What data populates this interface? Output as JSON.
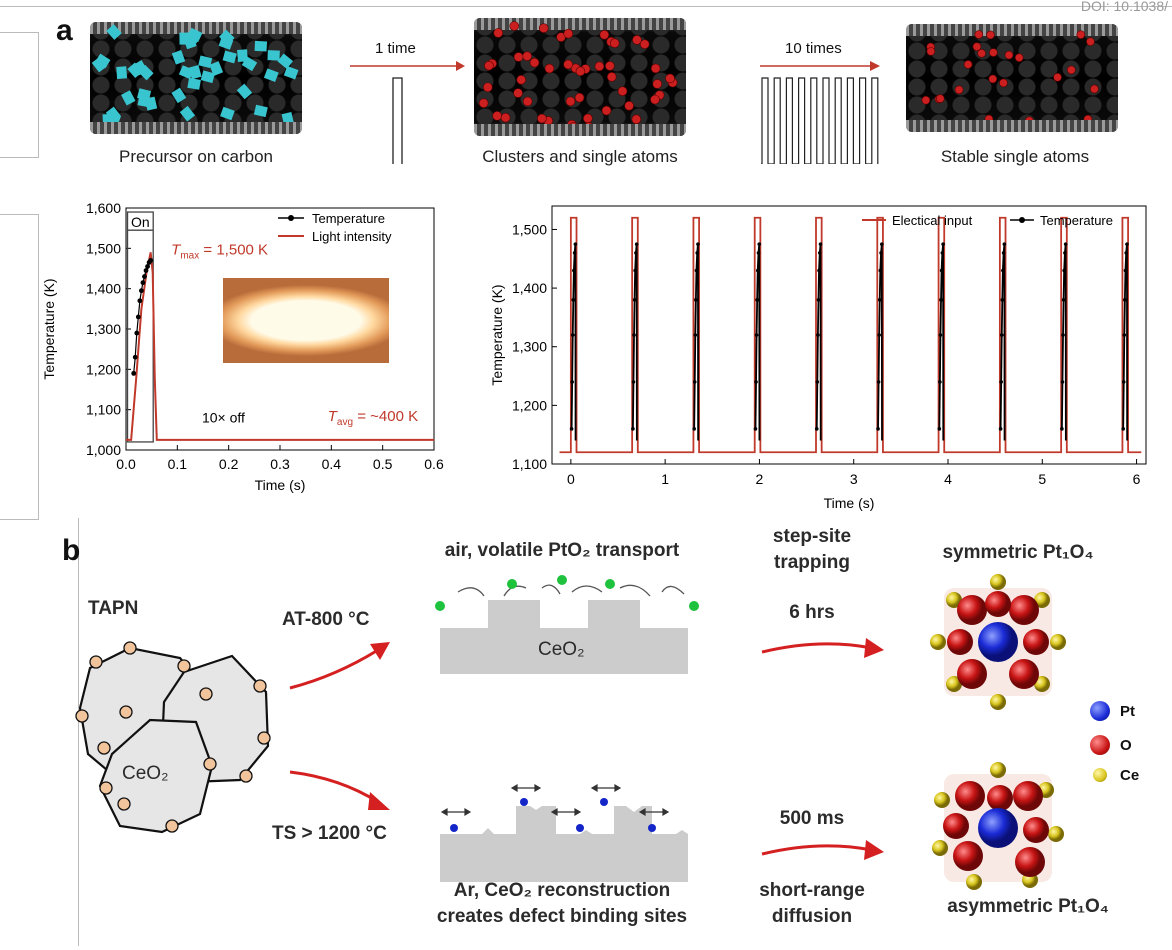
{
  "header": {
    "doi": "DOI: 10.1038/"
  },
  "panel_a": {
    "letter": "a",
    "step1_caption": "Precursor on carbon",
    "step2_caption": "Clusters and single atoms",
    "step3_caption": "Stable single atoms",
    "arrow1_label": "1 time",
    "arrow2_label": "10 times",
    "colors": {
      "precursor": "#39c5cf",
      "oxygen": "#cc1f1f",
      "arrow": "#c0392b"
    }
  },
  "panel_b": {
    "letter": "b",
    "tapn_label": "TAPN",
    "ceo2_label": "CeO₂",
    "top_condition": "AT-800 °C",
    "bottom_condition": "TS > 1200 °C",
    "top_process": "air, volatile PtO₂ transport",
    "bottom_process_line1": "Ar, CeO₂ reconstruction",
    "bottom_process_line2": "creates defect binding sites",
    "top_mech_line1": "step-site",
    "top_mech_line2": "trapping",
    "bottom_mech_line1": "short-range",
    "bottom_mech_line2": "diffusion",
    "top_time": "6 hrs",
    "bottom_time": "500 ms",
    "top_result": "symmetric Pt₁O₄",
    "bottom_result": "asymmetric Pt₁O₄",
    "legend": [
      {
        "label": "Pt",
        "color": "#1a2bd6"
      },
      {
        "label": "O",
        "color": "#c81414"
      },
      {
        "label": "Ce",
        "color": "#d8c51e"
      }
    ]
  },
  "chart_data": [
    {
      "type": "line",
      "xlabel": "Time (s)",
      "ylabel": "Temperature (K)",
      "xlim": [
        0,
        0.6
      ],
      "ylim": [
        1000,
        1600
      ],
      "x_ticks": [
        "0.0",
        "0.1",
        "0.2",
        "0.3",
        "0.4",
        "0.5",
        "0.6"
      ],
      "y_ticks": [
        "1,000",
        "1,100",
        "1,200",
        "1,300",
        "1,400",
        "1,500",
        "1,600"
      ],
      "legend": "top-right",
      "series": [
        {
          "name": "Temperature",
          "color": "#000000",
          "x": [
            0.015,
            0.018,
            0.021,
            0.024,
            0.027,
            0.03,
            0.033,
            0.036,
            0.039,
            0.042,
            0.045,
            0.048
          ],
          "y": [
            1190,
            1230,
            1290,
            1330,
            1370,
            1395,
            1415,
            1430,
            1445,
            1455,
            1465,
            1470
          ]
        },
        {
          "name": "Light intensity",
          "color": "#c0392b",
          "x": [
            0.0,
            0.01,
            0.02,
            0.03,
            0.04,
            0.048,
            0.052,
            0.056,
            0.06,
            0.1,
            0.3,
            0.6
          ],
          "y": [
            1025,
            1025,
            1180,
            1350,
            1440,
            1490,
            1440,
            1180,
            1025,
            1025,
            1025,
            1025
          ]
        }
      ],
      "annotations": {
        "on_label": "On",
        "tmax_label": "T",
        "tmax_sub": "max",
        "tmax_value": " = 1,500 K",
        "off_label": "10× off",
        "tavg_label": "T",
        "tavg_sub": "avg",
        "tavg_value": " = ~400 K"
      }
    },
    {
      "type": "line",
      "xlabel": "Time (s)",
      "ylabel": "Temperature (K)",
      "xlim": [
        -0.2,
        6.1
      ],
      "ylim": [
        1100,
        1540
      ],
      "x_ticks": [
        "0",
        "1",
        "2",
        "3",
        "4",
        "5",
        "6"
      ],
      "y_ticks": [
        "1,100",
        "1,200",
        "1,300",
        "1,400",
        "1,500"
      ],
      "legend": "top-right",
      "pulse_starts": [
        0,
        0.65,
        1.3,
        1.95,
        2.6,
        3.25,
        3.9,
        4.55,
        5.2,
        5.85
      ],
      "pulse_width": 0.06,
      "pulse_low": 1120,
      "pulse_high": 1520,
      "series": [
        {
          "name": "Electical input",
          "color": "#c0392b"
        },
        {
          "name": "Temperature",
          "color": "#000000"
        }
      ]
    }
  ]
}
